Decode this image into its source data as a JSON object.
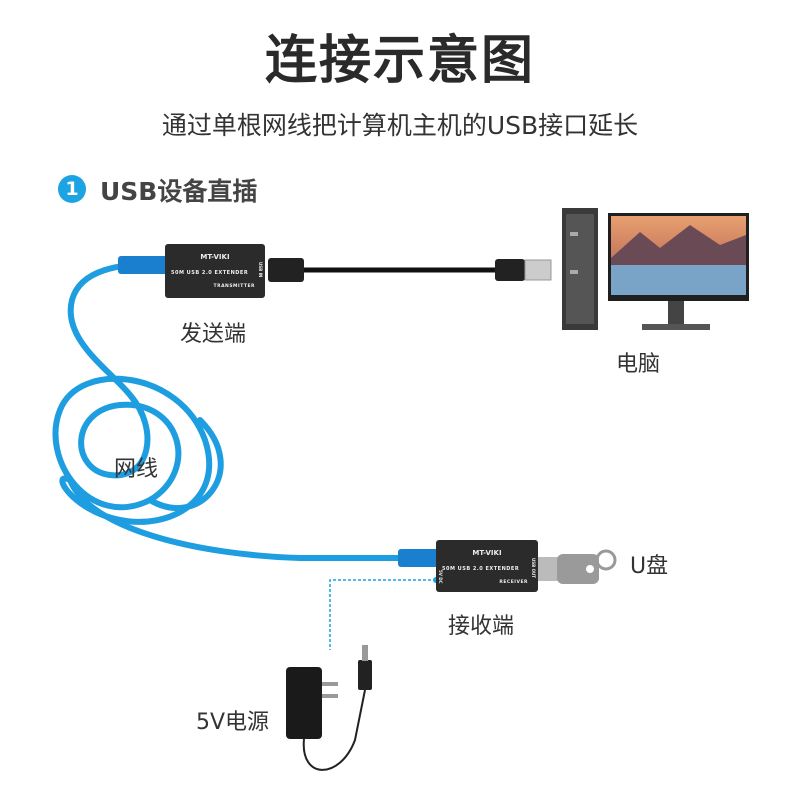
{
  "header": {
    "title": "连接示意图",
    "subtitle": "通过单根网线把计算机主机的USB接口延长"
  },
  "step": {
    "number": "1",
    "label": "USB设备直插"
  },
  "labels": {
    "transmitter": "发送端",
    "computer": "电脑",
    "cable": "网线",
    "receiver": "接收端",
    "udisk": "U盘",
    "power": "5V电源"
  },
  "transmitter": {
    "brand": "MT-VIKI",
    "model": "50M USB 2.0 EXTENDER",
    "role": "TRANSMITTER",
    "port": "USB IN"
  },
  "receiver": {
    "brand": "MT-VIKI",
    "model": "50M USB 2.0 EXTENDER",
    "role": "RECEIVER",
    "port": "USB OUT",
    "power_port": "5V DC"
  },
  "colors": {
    "accent": "#1ba3e3",
    "cable": "#1e9ee0",
    "device": "#2b2b2b"
  }
}
